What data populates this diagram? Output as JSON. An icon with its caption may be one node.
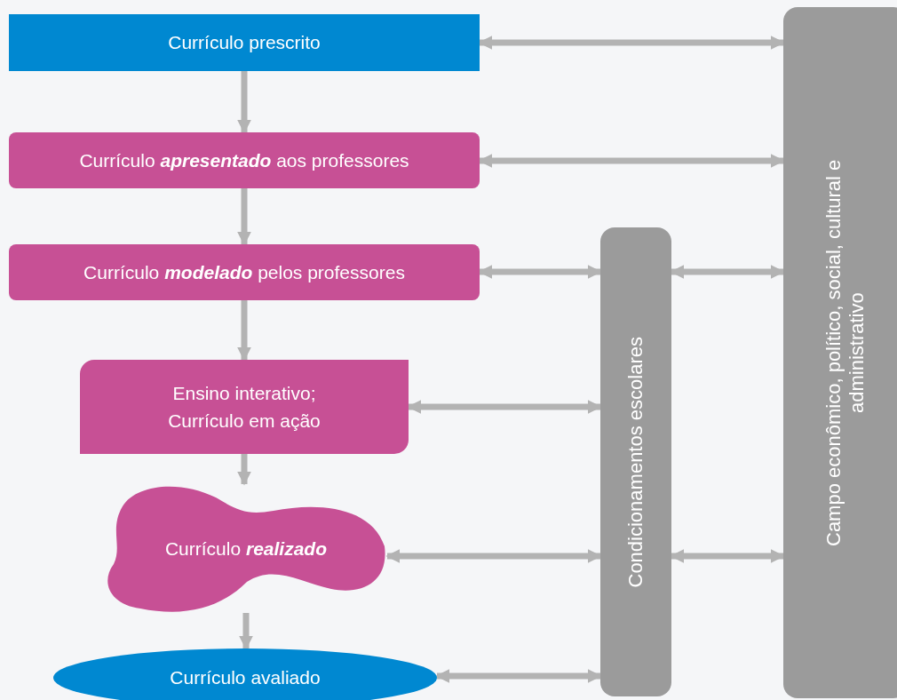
{
  "diagram": {
    "nodes": [
      {
        "text": [
          "Currículo prescrito"
        ]
      },
      {
        "text": [
          "Currículo **apresentado** aos professores"
        ]
      },
      {
        "text": [
          "Currículo **modelado** pelos professores"
        ]
      },
      {
        "text": [
          "Ensino interativo; Currículo em ação"
        ]
      },
      {
        "text": [
          "Currículo **realizado**"
        ]
      },
      {
        "text": [
          "Currículo avaliado"
        ]
      },
      {
        "text": [
          "Condicionamentos escolares"
        ]
      },
      {
        "text": [
          "Campo econômico, político, social, cultural e administrativo"
        ]
      }
    ],
    "edges": [
      {
        "from": 0,
        "to": 1,
        "arrow": "to"
      },
      {
        "from": 1,
        "to": 2,
        "arrow": "to"
      },
      {
        "from": 2,
        "to": 3,
        "arrow": "to"
      },
      {
        "from": 3,
        "to": 4,
        "arrow": "to"
      },
      {
        "from": 4,
        "to": 5,
        "arrow": "to"
      },
      {
        "from": 0,
        "to": 7,
        "arrow": "both"
      },
      {
        "from": 1,
        "to": 7,
        "arrow": "both"
      },
      {
        "from": 2,
        "to": 6,
        "arrow": "both"
      },
      {
        "from": 6,
        "to": 7,
        "arrow": "both"
      },
      {
        "from": 3,
        "to": 6,
        "arrow": "both"
      },
      {
        "from": 4,
        "to": 6,
        "arrow": "both"
      },
      {
        "from": 6,
        "to": 7,
        "arrow": "both"
      },
      {
        "from": 5,
        "to": 6,
        "arrow": "both"
      }
    ]
  }
}
